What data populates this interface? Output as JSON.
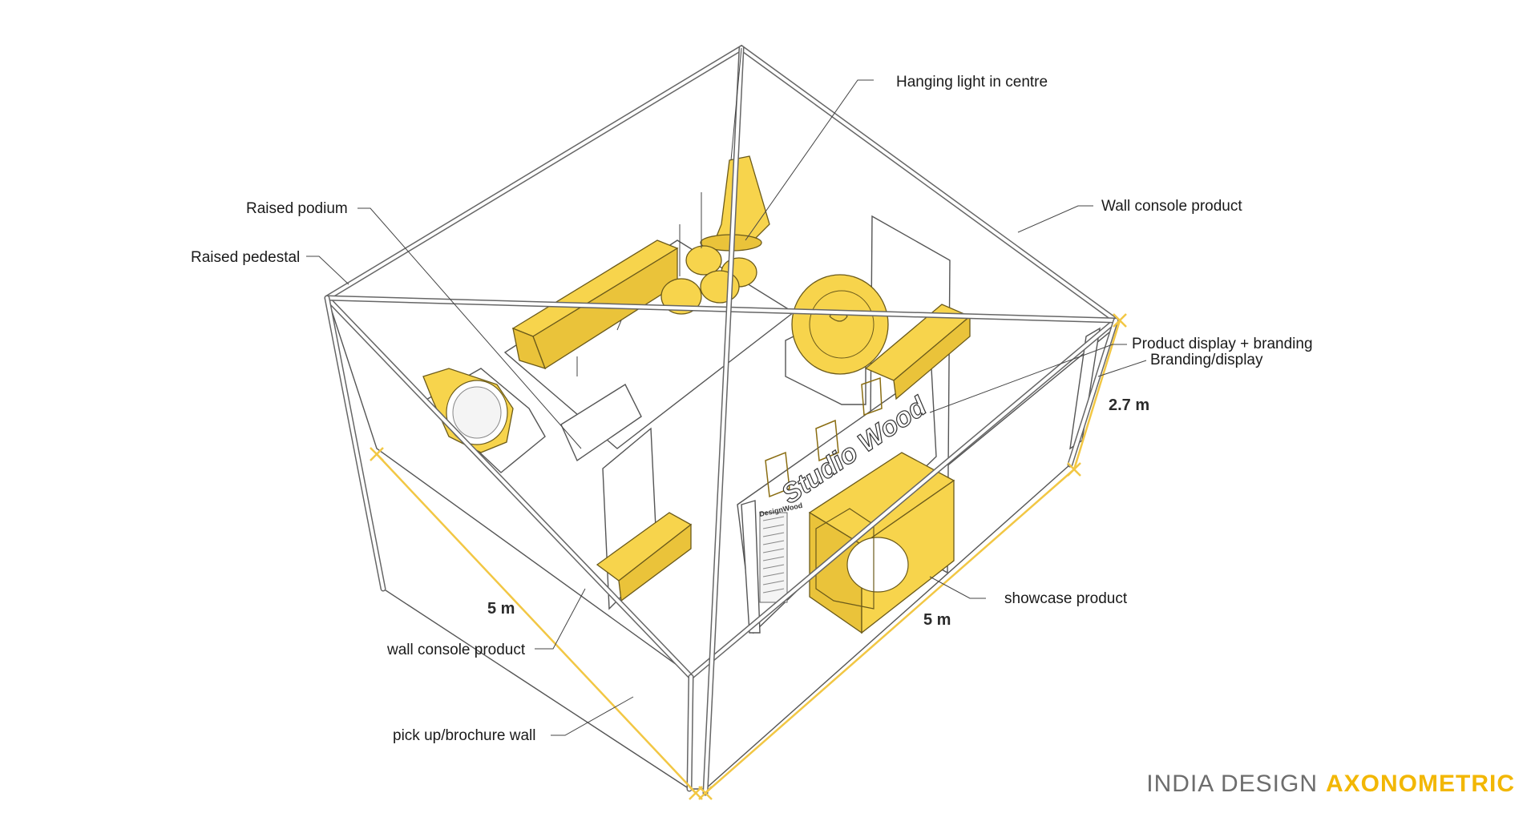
{
  "labels": {
    "hanging_light": "Hanging light in centre",
    "raised_podium": "Raised podium",
    "raised_pedestal": "Raised pedestal",
    "wall_console_right": "Wall console product",
    "product_display_branding": "Product display + branding",
    "branding_display": "Branding/display",
    "showcase_product": "showcase product",
    "wall_console_left": "wall console product",
    "pickup_brochure_wall": "pick up/brochure wall"
  },
  "dimensions": {
    "left_width": "5 m",
    "right_width": "5 m",
    "height": "2.7 m"
  },
  "signage": {
    "main": "Studio Wood",
    "small": "DesignWood"
  },
  "footer": {
    "title_light": "INDIA DESIGN",
    "title_bold": "AXONOMETRIC"
  },
  "colors": {
    "accent": "#f2b705",
    "furniture_yellow": "#f7d44c",
    "dimension_line": "#f2c744",
    "line_work": "#555555"
  }
}
